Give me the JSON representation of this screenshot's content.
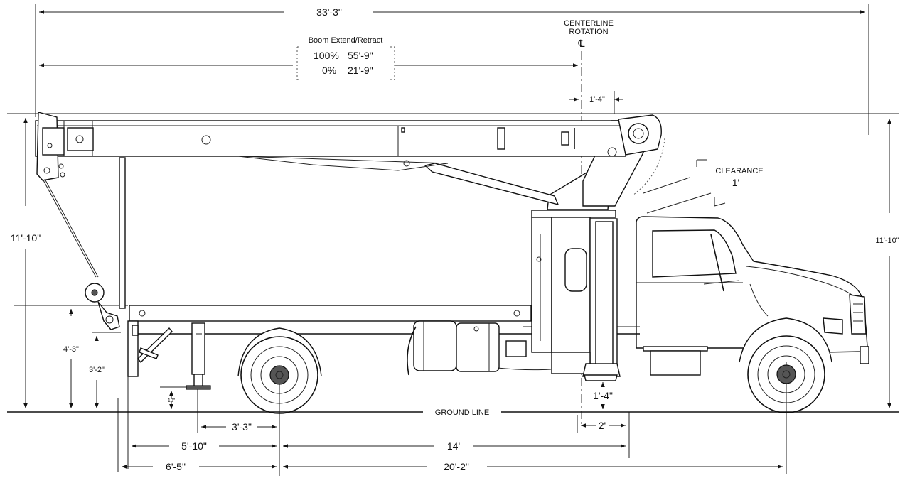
{
  "dimensions": {
    "overall_length": "33'-3\"",
    "boom_extend_title": "Boom Extend/Retract",
    "boom_extended_pct": "100%",
    "boom_extended_len": "55'-9\"",
    "boom_retracted_pct": "0%",
    "boom_retracted_len": "21'-9\"",
    "centerline_line1": "CENTERLINE",
    "centerline_line2": "ROTATION",
    "centerline_symbol": "℄",
    "turret_offset": "1'-4\"",
    "clearance_label": "CLEARANCE",
    "clearance_value": "1'",
    "height_left": "11'-10\"",
    "height_right": "11'-10\"",
    "bed_height": "4'-3\"",
    "outrigger_height": "3'-2\"",
    "pad_clearance": "10\"",
    "outrigger_ground": "1'-4\"",
    "ground_line": "GROUND LINE",
    "outrigger_to_axle": "3'-3\"",
    "front_outrigger_offset": "2'",
    "rear_to_axle": "5'-10\"",
    "axle_to_front_outrigger": "14'",
    "overhang_rear": "6'-5\"",
    "wheelbase": "20'-2\""
  }
}
